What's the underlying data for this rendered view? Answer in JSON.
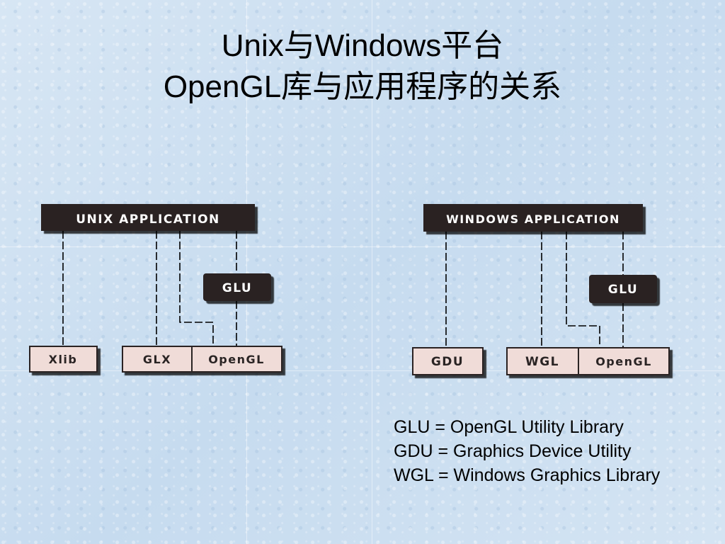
{
  "title": {
    "line1": "Unix与Windows平台",
    "line2": "OpenGL库与应用程序的关系"
  },
  "unix_diagram": {
    "application": "UNIX APPLICATION",
    "glu": "GLU",
    "xlib": "Xlib",
    "glx": "GLX",
    "opengl": "OpenGL"
  },
  "windows_diagram": {
    "application": "WINDOWS APPLICATION",
    "glu": "GLU",
    "gdu": "GDU",
    "wgl": "WGL",
    "opengl": "OpenGL"
  },
  "legend": [
    "GLU = OpenGL Utility Library",
    "GDU = Graphics Device Utility",
    "WGL = Windows Graphics Library"
  ]
}
